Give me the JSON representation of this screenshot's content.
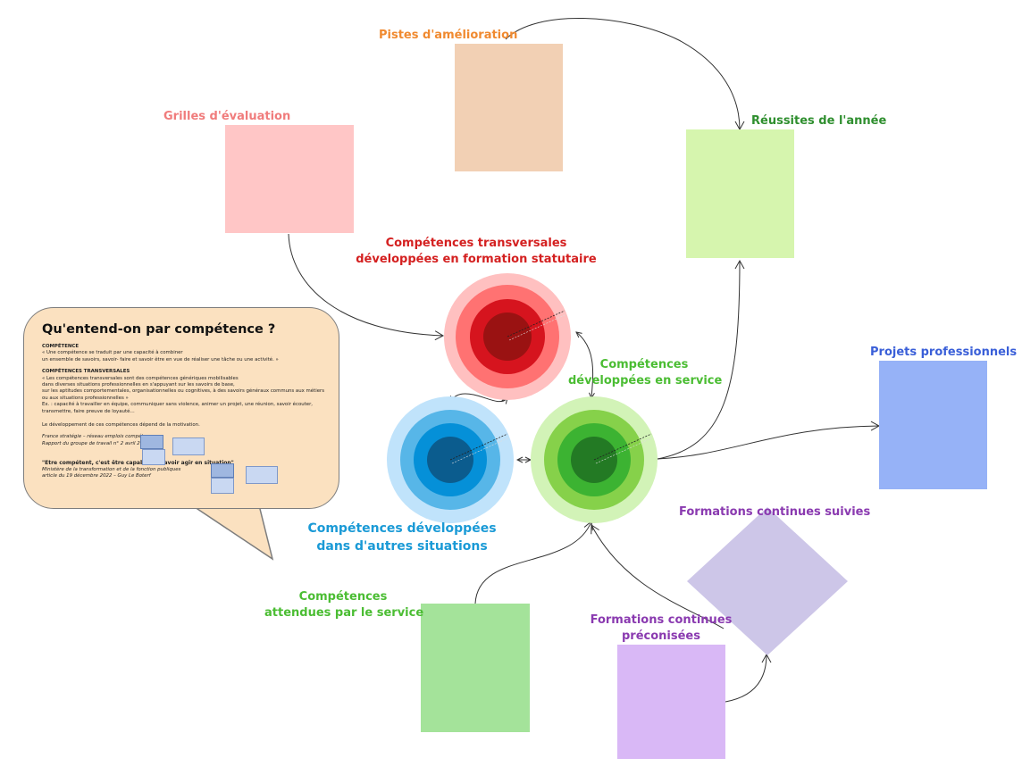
{
  "colors": {
    "pistes": "#f08a30",
    "grilles": "#f07c7c",
    "reussites": "#2f8f2f",
    "transversales": "#d42020",
    "service": "#4bbd33",
    "autres": "#1a9ad6",
    "projets": "#3a5fd8",
    "formations": "#8a3ab0"
  },
  "labels": {
    "pistes": "Pistes d'amélioration",
    "grilles": "Grilles d'évaluation",
    "reussites": "Réussites de l'année",
    "transversales_1": "Compétences transversales",
    "transversales_2": "développées en formation statutaire",
    "service_1": "Compétences",
    "service_2": "développées en service",
    "autres_1": "Compétences développées",
    "autres_2": "dans d'autres situations",
    "projets": "Projets professionnels",
    "form_suivies": "Formations continues suivies",
    "attendues_1": "Compétences",
    "attendues_2": "attendues par le service",
    "form_preco_1": "Formations continues",
    "form_preco_2": "préconisées"
  },
  "bubble": {
    "title": "Qu'entend-on par compétence ?",
    "h1": "COMPÉTENCE",
    "p1a": "« Une compétence se traduit par une capacité à combiner",
    "p1b": "un ensemble de savoirs, savoir- faire et savoir être en vue de réaliser une tâche ou une activité. »",
    "h2": "COMPÉTENCES TRANSVERSALES",
    "p2a": "« Les compétences transversales sont des compétences génériques mobilisables",
    "p2b": "dans diverses situations professionnelles en s'appuyant sur les savoirs de base,",
    "p2c": "sur les aptitudes comportementales, organisationnelles ou cognitives, à des savoirs généraux communs aux métiers",
    "p2d": "ou aux situations professionnelles »",
    "p2e": "Ex. : capacité à travailler en équipe, communiquer sans violence, animer un projet, une réunion, savoir écouter,",
    "p2f": "transmettre, faire preuve de loyauté…",
    "p3": "Le développement de ces compétences dépend de la motivation.",
    "src1a": "France stratégie – réseau emplois compétences",
    "src1b": "Rapport du groupe de travail n° 2 avril 2017",
    "quote": "\"Etre compétent, c'est être capable de savoir agir en situation\"",
    "src2a": "Ministère de la transformation et de la fonction publiques",
    "src2b": "article du 19 décembre 2022 – Guy Le Boterf"
  }
}
